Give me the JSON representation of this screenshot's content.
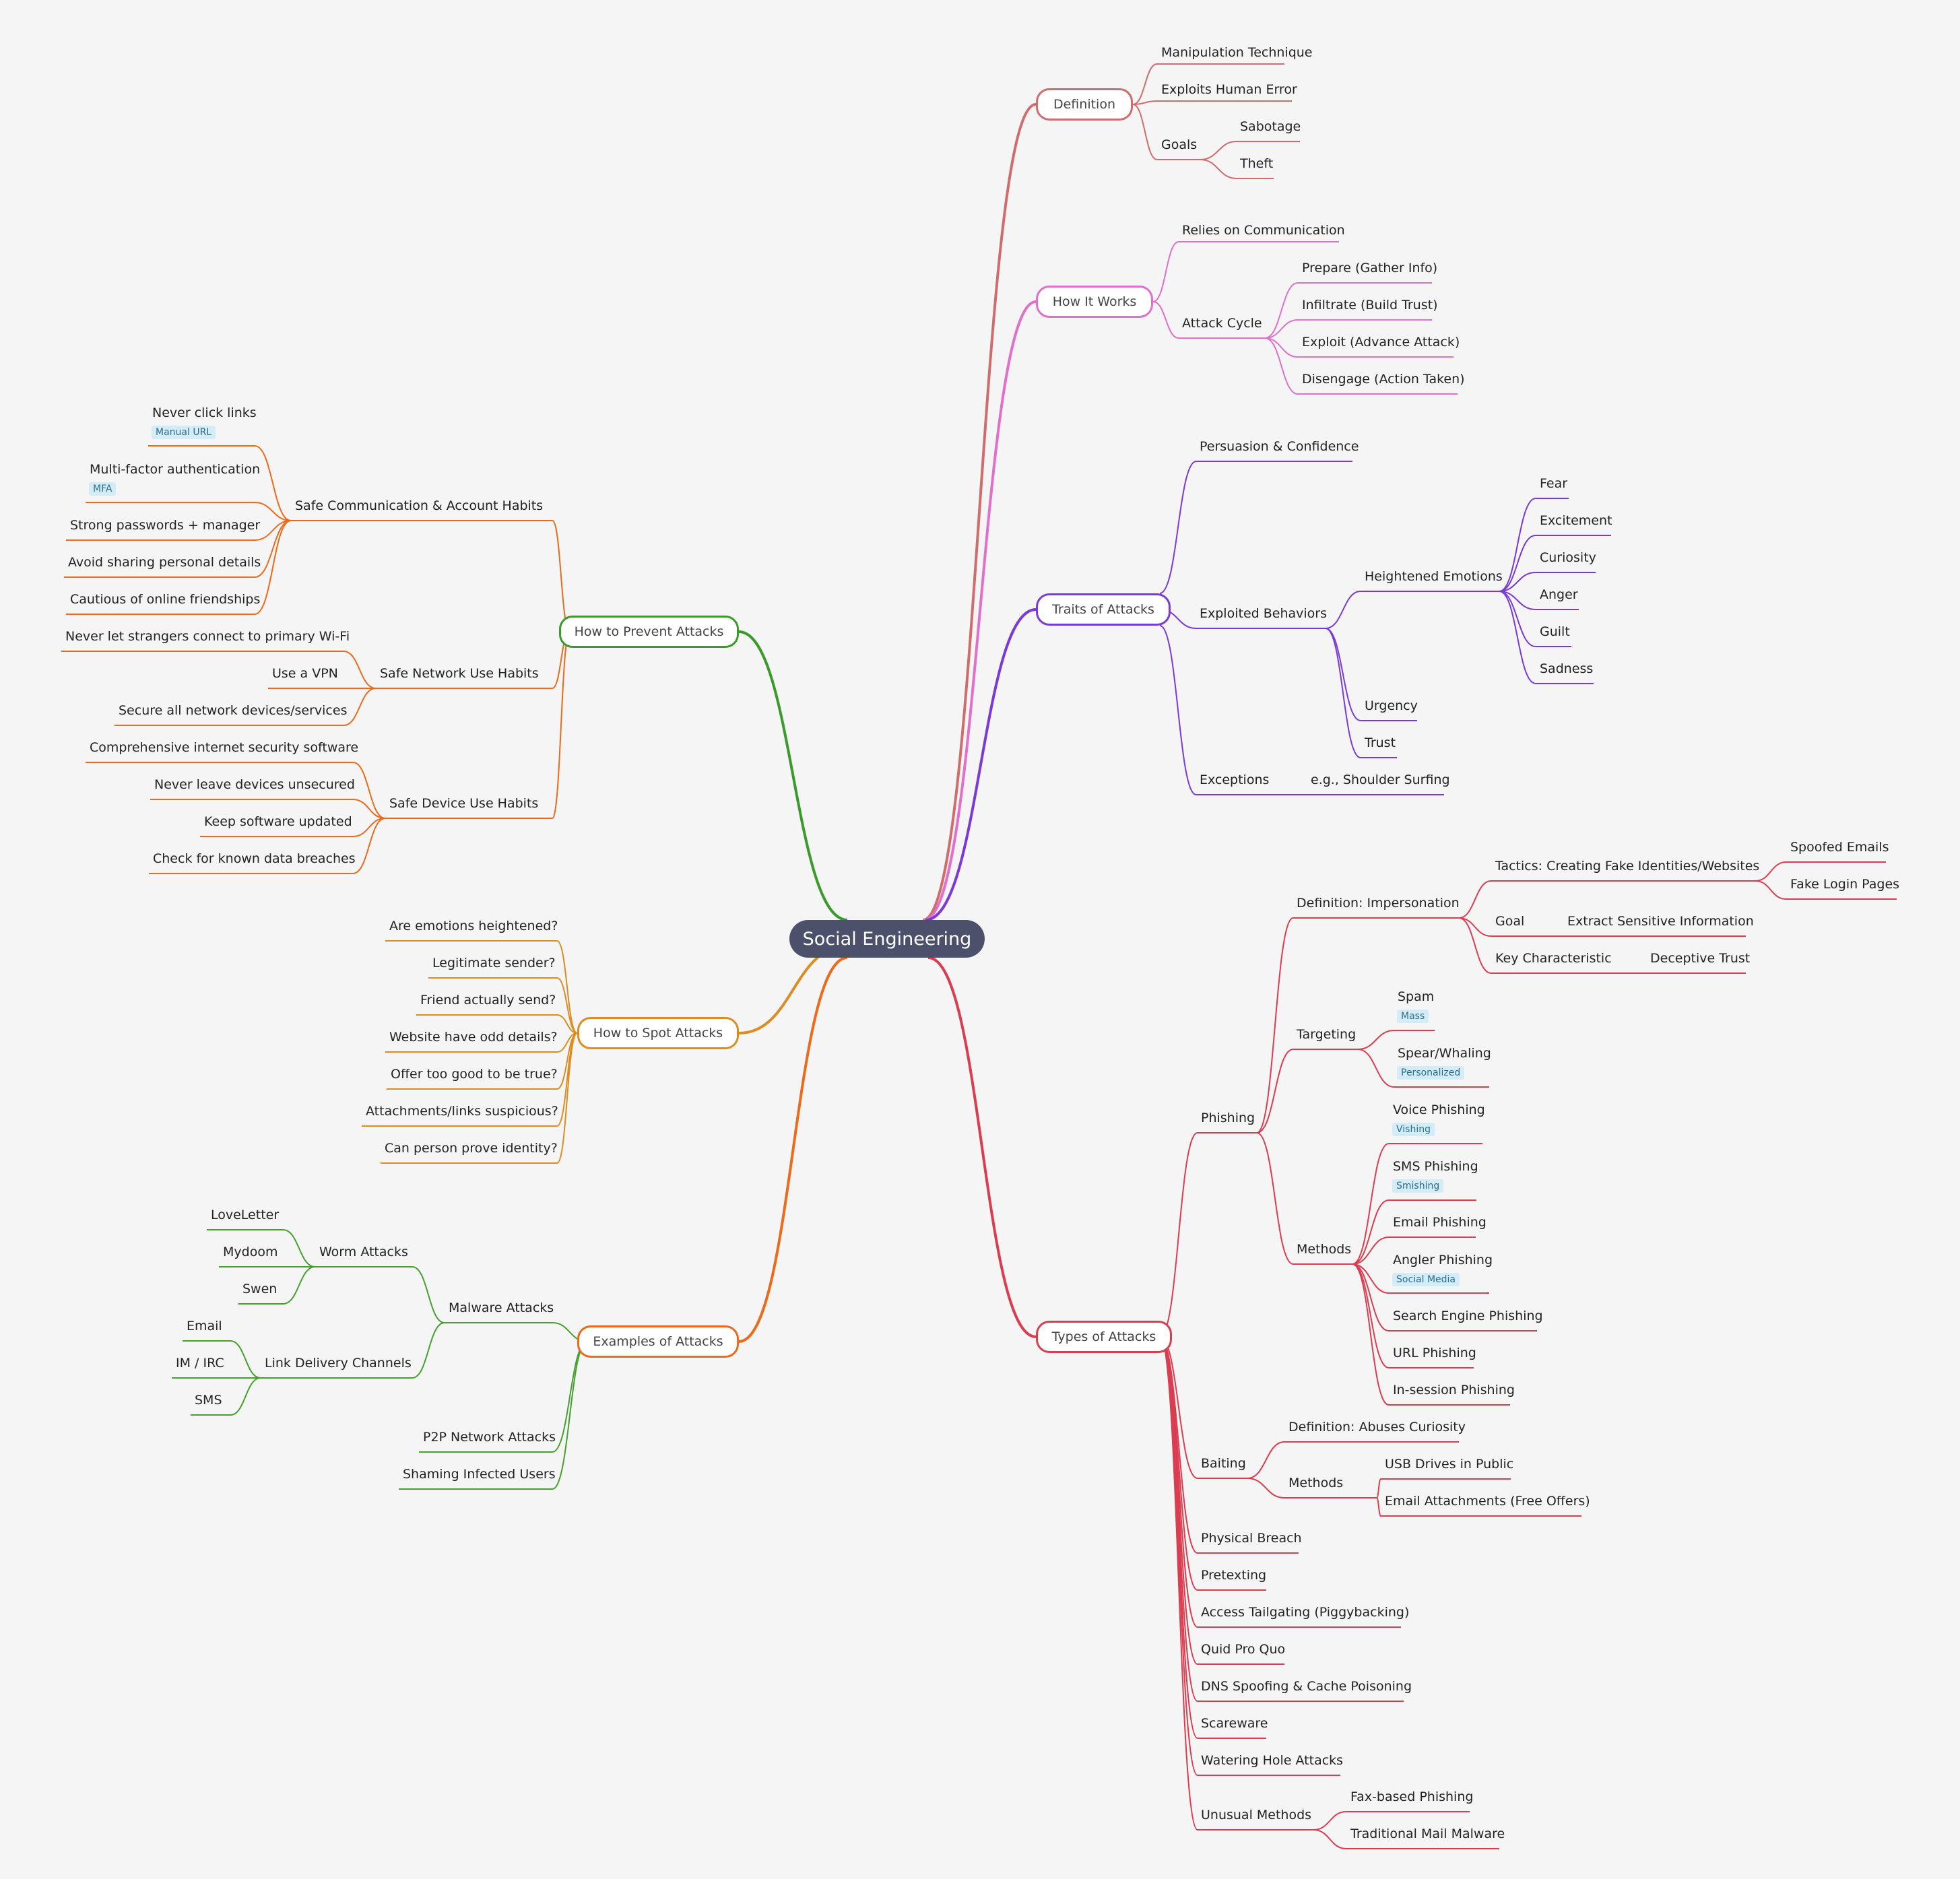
{
  "root": "Social Engineering",
  "colors": {
    "definition": "#d06c6c",
    "how_it_works": "#e070cc",
    "traits": "#7a3ad8",
    "types": "#db3d50",
    "prevent": "#3a9a2a",
    "prevent_leaf": "#ec6a1a",
    "spot": "#db8d22",
    "examples": "#ec6a1a",
    "examples_leaf": "#45a02c",
    "root_bg": "#4d506b",
    "tag_bg": "#d4ecf7"
  },
  "definition": {
    "title": "Definition",
    "items": [
      "Manipulation Technique",
      "Exploits Human Error"
    ],
    "goals": {
      "label": "Goals",
      "items": [
        "Sabotage",
        "Theft"
      ]
    }
  },
  "how_it_works": {
    "title": "How It Works",
    "relies": "Relies on Communication",
    "cycle": {
      "label": "Attack Cycle",
      "items": [
        "Prepare (Gather Info)",
        "Infiltrate (Build Trust)",
        "Exploit (Advance Attack)",
        "Disengage (Action Taken)"
      ]
    }
  },
  "traits": {
    "title": "Traits of Attacks",
    "persuasion": "Persuasion & Confidence",
    "exploited": {
      "label": "Exploited Behaviors",
      "emotions": {
        "label": "Heightened Emotions",
        "items": [
          "Fear",
          "Excitement",
          "Curiosity",
          "Anger",
          "Guilt",
          "Sadness"
        ]
      },
      "urgency": "Urgency",
      "trust": "Trust"
    },
    "exceptions": {
      "label": "Exceptions",
      "example": "e.g., Shoulder Surfing"
    }
  },
  "types": {
    "title": "Types of Attacks",
    "phishing": {
      "label": "Phishing",
      "definition": {
        "label": "Definition: Impersonation",
        "tactics": {
          "label": "Tactics: Creating Fake Identities/Websites",
          "items": [
            "Spoofed Emails",
            "Fake Login Pages"
          ]
        },
        "goal": {
          "label": "Goal",
          "value": "Extract Sensitive Information"
        },
        "key": {
          "label": "Key Characteristic",
          "value": "Deceptive Trust"
        }
      },
      "targeting": {
        "label": "Targeting",
        "spam": "Spam",
        "spam_tag": "Mass",
        "spear": "Spear/Whaling",
        "spear_tag": "Personalized"
      },
      "methods": {
        "label": "Methods",
        "voice": "Voice Phishing",
        "voice_tag": "Vishing",
        "sms": "SMS Phishing",
        "sms_tag": "Smishing",
        "email": "Email Phishing",
        "angler": "Angler Phishing",
        "angler_tag": "Social Media",
        "search": "Search Engine Phishing",
        "url": "URL Phishing",
        "insession": "In-session Phishing"
      }
    },
    "baiting": {
      "label": "Baiting",
      "definition": "Definition: Abuses Curiosity",
      "methods": {
        "label": "Methods",
        "items": [
          "USB Drives in Public",
          "Email Attachments (Free Offers)"
        ]
      }
    },
    "others": [
      "Physical Breach",
      "Pretexting",
      "Access Tailgating (Piggybacking)",
      "Quid Pro Quo",
      "DNS Spoofing & Cache Poisoning",
      "Scareware",
      "Watering Hole Attacks"
    ],
    "unusual": {
      "label": "Unusual Methods",
      "items": [
        "Fax-based Phishing",
        "Traditional Mail Malware"
      ]
    }
  },
  "prevent": {
    "title": "How to Prevent Attacks",
    "comm": {
      "label": "Safe Communication & Account Habits",
      "never_click": "Never click links",
      "never_click_tag": "Manual URL",
      "mfa": "Multi-factor authentication",
      "mfa_tag": "MFA",
      "passwords": "Strong passwords + manager",
      "avoid": "Avoid sharing personal details",
      "cautious": "Cautious of online friendships"
    },
    "network": {
      "label": "Safe Network Use Habits",
      "items": [
        "Never let strangers connect to primary Wi-Fi",
        "Use a VPN",
        "Secure all network devices/services"
      ]
    },
    "device": {
      "label": "Safe Device Use Habits",
      "items": [
        "Comprehensive internet security software",
        "Never leave devices unsecured",
        "Keep software updated",
        "Check for known data breaches"
      ]
    }
  },
  "spot": {
    "title": "How to Spot Attacks",
    "items": [
      "Are emotions heightened?",
      "Legitimate sender?",
      "Friend actually send?",
      "Website have odd details?",
      "Offer too good to be true?",
      "Attachments/links suspicious?",
      "Can person prove identity?"
    ]
  },
  "examples": {
    "title": "Examples of Attacks",
    "malware": {
      "label": "Malware Attacks",
      "worm": {
        "label": "Worm Attacks",
        "items": [
          "LoveLetter",
          "Mydoom",
          "Swen"
        ]
      },
      "link": {
        "label": "Link Delivery Channels",
        "items": [
          "Email",
          "IM / IRC",
          "SMS"
        ]
      }
    },
    "p2p": "P2P Network Attacks",
    "shaming": "Shaming Infected Users"
  }
}
